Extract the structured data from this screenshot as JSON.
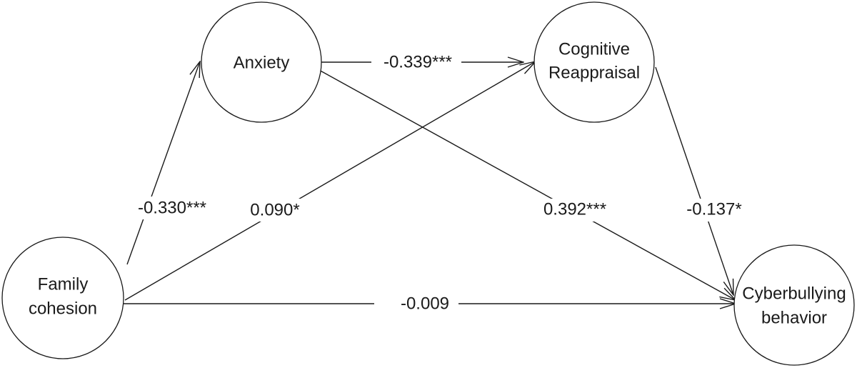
{
  "nodes": {
    "family_cohesion": {
      "line1": "Family",
      "line2": "cohesion"
    },
    "anxiety": {
      "label": "Anxiety"
    },
    "cognitive_reappraisal": {
      "line1": "Cognitive",
      "line2": "Reappraisal"
    },
    "cyberbullying_behavior": {
      "line1": "Cyberbullying",
      "line2": "behavior"
    }
  },
  "paths": {
    "family_to_anxiety": "-0.330***",
    "family_to_reappraisal": "0.090*",
    "family_to_cyberbullying": "-0.009",
    "anxiety_to_reappraisal": "-0.339***",
    "anxiety_to_cyberbullying": "0.392***",
    "reappraisal_to_cyberbullying": "-0.137*"
  },
  "colors": {
    "stroke": "#1a1a1a",
    "background": "#ffffff"
  }
}
